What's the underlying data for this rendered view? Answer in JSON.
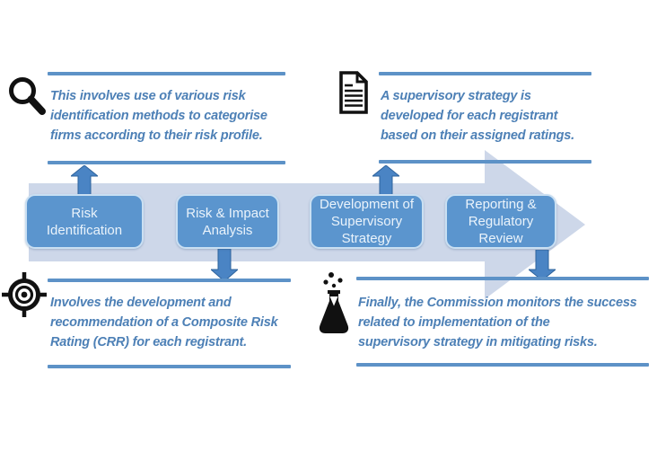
{
  "diagram": {
    "title_hint": "risk-based supervision process flow",
    "stages": [
      {
        "lines": [
          "Risk",
          "Identification",
          ""
        ]
      },
      {
        "lines": [
          "Risk & Impact",
          "Analysis",
          ""
        ]
      },
      {
        "lines": [
          "Development of",
          "Supervisory",
          "Strategy"
        ]
      },
      {
        "lines": [
          "Reporting &",
          "Regulatory",
          "Review"
        ]
      }
    ],
    "callouts": [
      {
        "icon": "magnifier-icon",
        "lines": [
          "This involves use of various risk",
          "identification methods to categorise",
          "firms according to their risk profile."
        ]
      },
      {
        "icon": "document-icon",
        "lines": [
          "A supervisory strategy is",
          "developed for each registrant",
          "based on their assigned ratings."
        ]
      },
      {
        "icon": "target-icon",
        "lines": [
          "Involves the development and",
          "recommendation of a Composite Risk",
          "Rating (CRR) for each registrant."
        ]
      },
      {
        "icon": "flask-icon",
        "lines": [
          "Finally, the Commission monitors the success",
          "related to implementation of the",
          "supervisory strategy in mitigating risks."
        ]
      }
    ],
    "colors": {
      "box_fill": "#5b95ce",
      "box_border": "#c9dff2",
      "box_text": "#eaf3fb",
      "flow_arrow": "#cdd7e9",
      "rule_blue": "#5d92c7",
      "connector_fill": "#4a84c4",
      "connector_stroke": "#2e639c",
      "callout_text": "#4d80b6",
      "icon_black": "#111111"
    }
  }
}
